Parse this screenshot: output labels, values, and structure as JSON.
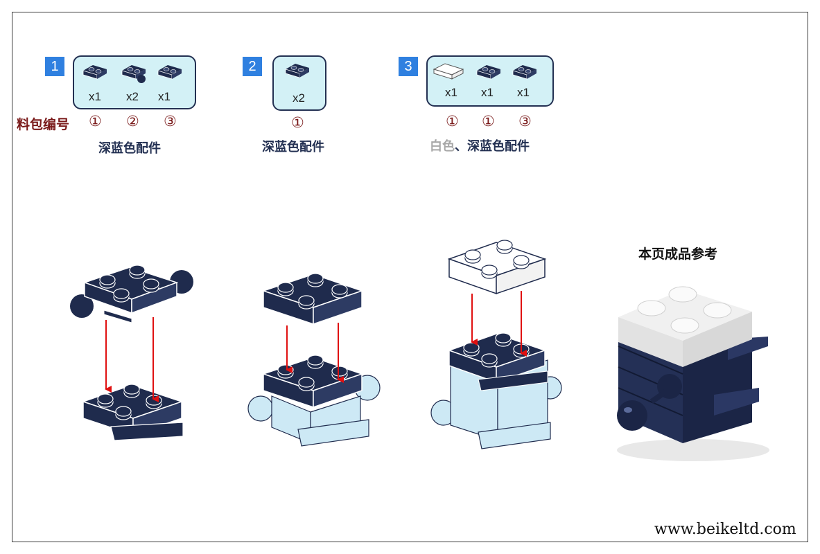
{
  "steps": [
    {
      "number": "1",
      "quantities": [
        "x1",
        "x2",
        "x1"
      ],
      "packages": [
        "①",
        "②",
        "③"
      ],
      "caption": "深蓝色配件"
    },
    {
      "number": "2",
      "quantities": [
        "x2"
      ],
      "packages": [
        "①"
      ],
      "caption": "深蓝色配件"
    },
    {
      "number": "3",
      "quantities": [
        "x1",
        "x1",
        "x1"
      ],
      "packages": [
        "①",
        "①",
        "③"
      ],
      "caption_white": "白色",
      "caption_rest": "、深蓝色配件"
    }
  ],
  "package_label": "料包编号",
  "reference_title": "本页成品参考",
  "website": "www.beikeltd.com",
  "colors": {
    "navy": "#1f2b4d",
    "light_blue": "#cde9f5",
    "box_fill": "#d3f1f6",
    "step_badge": "#2f80e0",
    "arrow_red": "#e01010",
    "package_text": "#7a1a1a"
  }
}
